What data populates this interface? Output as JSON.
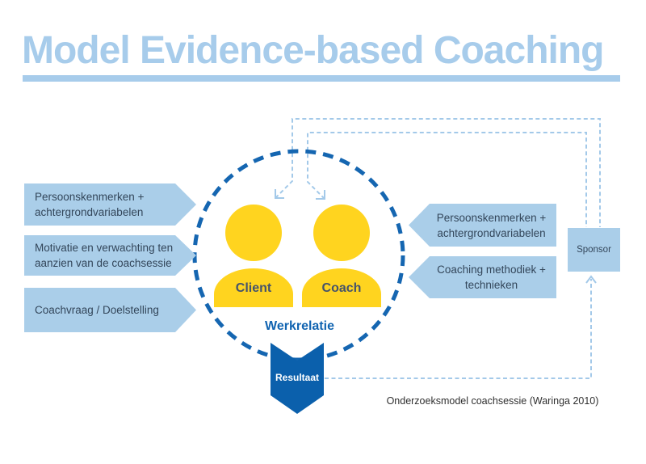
{
  "title": "Model Evidence-based Coaching",
  "caption": "Onderzoeksmodel coachsessie (Waringa 2010)",
  "client_factors": [
    {
      "label": "Persoonskenmerken +\nachtergrondvariabelen"
    },
    {
      "label": "Motivatie en verwachting ten\naanzien van de coachsessie"
    },
    {
      "label": "Coachvraag / Doelstelling"
    }
  ],
  "coach_factors": [
    {
      "label": "Persoonskenmerken +\nachtergrondvariabelen"
    },
    {
      "label": "Coaching methodiek +\ntechnieken"
    }
  ],
  "circle": {
    "client_label": "Client",
    "coach_label": "Coach",
    "relationship_label": "Werkrelatie"
  },
  "sponsor": {
    "label": "Sponsor"
  },
  "result": {
    "label": "Resultaat"
  },
  "colors": {
    "title_blue": "#A7CCEB",
    "box_blue": "#AACEE9",
    "box_text": "#33465A",
    "circle_blue": "#1566B1",
    "dark_blue": "#0B60AC",
    "person_yellow": "#FFD41F",
    "light_dash": "#A3C9E9",
    "label_blue": "#1164B1",
    "figure_label": "#45536B",
    "caption_text": "#2F2F2F"
  }
}
